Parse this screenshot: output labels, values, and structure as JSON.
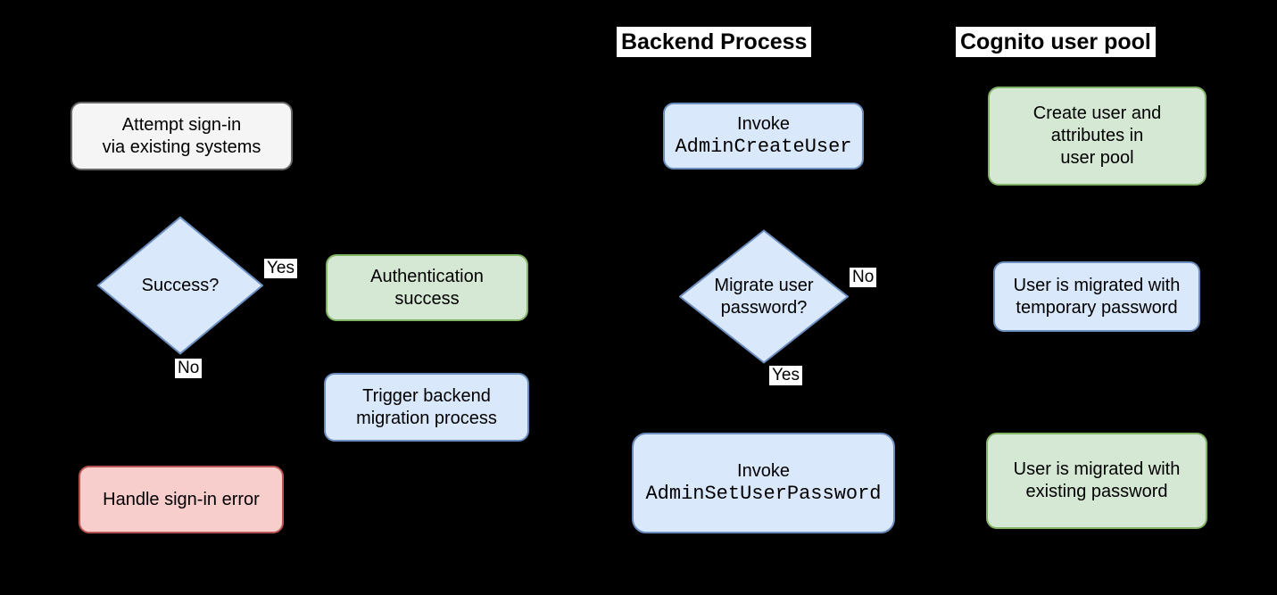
{
  "canvas": {
    "background": "#000000"
  },
  "palette": {
    "blue_fill": "#dae8fc",
    "blue_stroke": "#6c8ebf",
    "green_fill": "#d5e8d4",
    "green_stroke": "#82b366",
    "red_fill": "#f8cecc",
    "red_stroke": "#b85450",
    "gray_fill": "#f5f5f5",
    "gray_stroke": "#666666",
    "edge_label_bg": "#ffffff",
    "text": "#000000"
  },
  "headers": {
    "backend": "Backend Process",
    "cognito": "Cognito user pool"
  },
  "nodes": {
    "attempt_signin": {
      "label": "Attempt sign-in\nvia existing systems"
    },
    "success_decision": {
      "label": "Success?"
    },
    "auth_success": {
      "label": "Authentication\nsuccess"
    },
    "trigger_migration": {
      "label": "Trigger backend\nmigration process"
    },
    "handle_error": {
      "label": "Handle sign-in error"
    },
    "invoke_create": {
      "line1": "Invoke",
      "code": "AdminCreateUser"
    },
    "migrate_decision": {
      "label": "Migrate user\npassword?"
    },
    "invoke_set_password": {
      "line1": "Invoke",
      "code": "AdminSetUserPassword"
    },
    "create_user": {
      "label": "Create user and\nattributes in\nuser pool"
    },
    "migrated_temporary": {
      "label": "User is migrated with\ntemporary password"
    },
    "migrated_existing": {
      "label": "User is migrated with\nexisting password"
    }
  },
  "edge_labels": {
    "success_yes": "Yes",
    "success_no": "No",
    "migrate_no": "No",
    "migrate_yes": "Yes"
  }
}
